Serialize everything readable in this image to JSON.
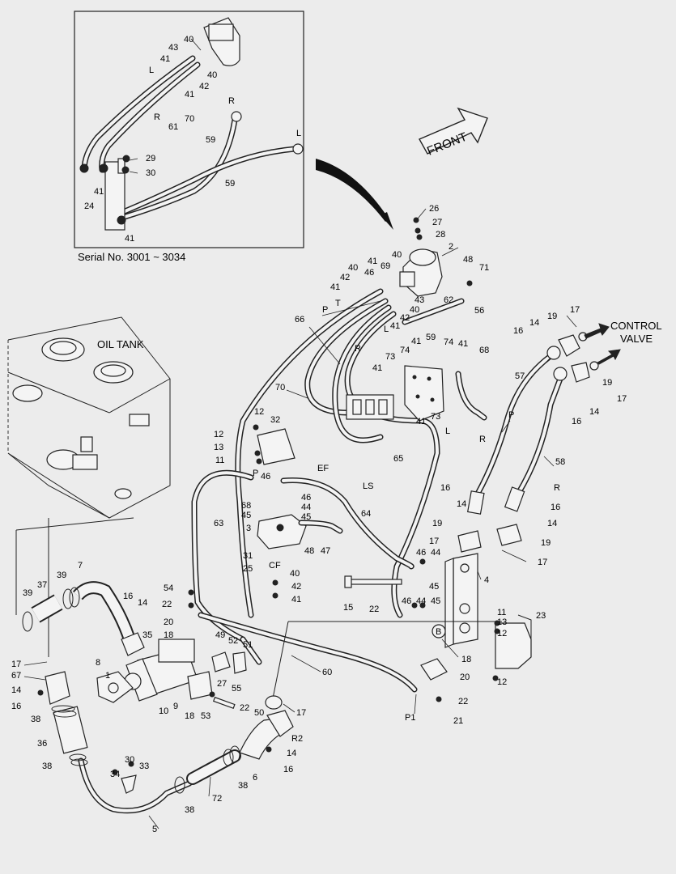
{
  "inset": {
    "serial_note": "Serial No. 3001 ~ 3034"
  },
  "labels": {
    "front": "FRONT",
    "oil_tank": "OIL TANK",
    "control_valve_line1": "CONTROL",
    "control_valve_line2": "VALVE",
    "port_b": "B"
  },
  "callouts": {
    "i40a": "40",
    "i43": "43",
    "i41a": "41",
    "i40b": "40",
    "iL1": "L",
    "i42": "42",
    "i41b": "41",
    "iR1": "R",
    "i61": "61",
    "i70": "70",
    "iR2": "R",
    "i59a": "59",
    "iL2": "L",
    "i29": "29",
    "i30": "30",
    "i41c": "41",
    "i24": "24",
    "i59b": "59",
    "i41d": "41",
    "c26": "26",
    "c27a": "27",
    "c28": "28",
    "c2": "2",
    "c48a": "48",
    "c71": "71",
    "c56": "56",
    "c41a": "41",
    "c40a": "40",
    "c46a": "46",
    "c69": "69",
    "c40b": "40",
    "c42a": "42",
    "c41b": "41",
    "cT": "T",
    "cP1": "P",
    "c43": "43",
    "c40c": "40",
    "c42b": "42",
    "c41c": "41",
    "cL1": "L",
    "c62": "62",
    "c66": "66",
    "cR1": "R",
    "c41d": "41",
    "c59": "59",
    "c74a": "74",
    "c73a": "73",
    "c41e": "41",
    "c74b": "74",
    "c41f": "41",
    "c68a": "68",
    "c70": "70",
    "c73b": "73",
    "c41g": "41",
    "cL2": "L",
    "cR2": "R",
    "c65": "65",
    "c17a": "17",
    "c19a": "19",
    "c14a": "14",
    "c16a": "16",
    "c57": "57",
    "c19b": "19",
    "c17b": "17",
    "c14b": "14",
    "c16b": "16",
    "cP2": "P",
    "c58": "58",
    "cR3": "R",
    "c16c": "16",
    "c14c": "14",
    "c16d": "16",
    "c14d": "14",
    "c19c": "19",
    "c17c": "17",
    "c19d": "19",
    "c17d": "17",
    "c46b": "46",
    "c44a": "44",
    "c45a": "45",
    "c4": "4",
    "c15": "15",
    "c22a": "22",
    "c46c": "46",
    "c44b": "44",
    "c45b": "45",
    "c11a": "11",
    "c13a": "13",
    "c12a": "12",
    "c23": "23",
    "c12b": "12",
    "c18a": "18",
    "c20a": "20",
    "c22b": "22",
    "c21": "21",
    "c12c": "12",
    "c32": "32",
    "c12d": "12",
    "c13b": "13",
    "c11b": "11",
    "cP3": "P",
    "c46d": "46",
    "cEF": "EF",
    "cLS": "LS",
    "c46e": "46",
    "c68b": "68",
    "c44c": "44",
    "c45c": "45",
    "c45d": "45",
    "c63": "63",
    "c64": "64",
    "c3": "3",
    "c48b": "48",
    "c47": "47",
    "c31": "31",
    "c25": "25",
    "cCF": "CF",
    "c40d": "40",
    "c42c": "42",
    "c41h": "41",
    "c60": "60",
    "cP4": "P1",
    "c17e": "17",
    "cR2b": "R2",
    "c14e": "14",
    "c16e": "16",
    "c54": "54",
    "c22c": "22",
    "c20b": "20",
    "c18b": "18",
    "c49": "49",
    "c52": "52",
    "c51": "51",
    "c27b": "27",
    "c55": "55",
    "c22d": "22",
    "c50": "50",
    "c53": "53",
    "c18c": "18",
    "c9": "9",
    "c10": "10",
    "c1": "1",
    "c8": "8",
    "c35": "35",
    "c16f": "16",
    "c14f": "14",
    "c7": "7",
    "c39a": "39",
    "c37": "37",
    "c39b": "39",
    "c17f": "17",
    "c67": "67",
    "c14g": "14",
    "c16g": "16",
    "c38a": "38",
    "c36": "36",
    "c38b": "38",
    "c34": "34",
    "c30": "30",
    "c33": "33",
    "c38c": "38",
    "c72": "72",
    "c38d": "38",
    "c6": "6",
    "c5": "5"
  },
  "colors": {
    "background": "#ececec",
    "line": "#222222",
    "part_fill": "#f4f4f4"
  }
}
